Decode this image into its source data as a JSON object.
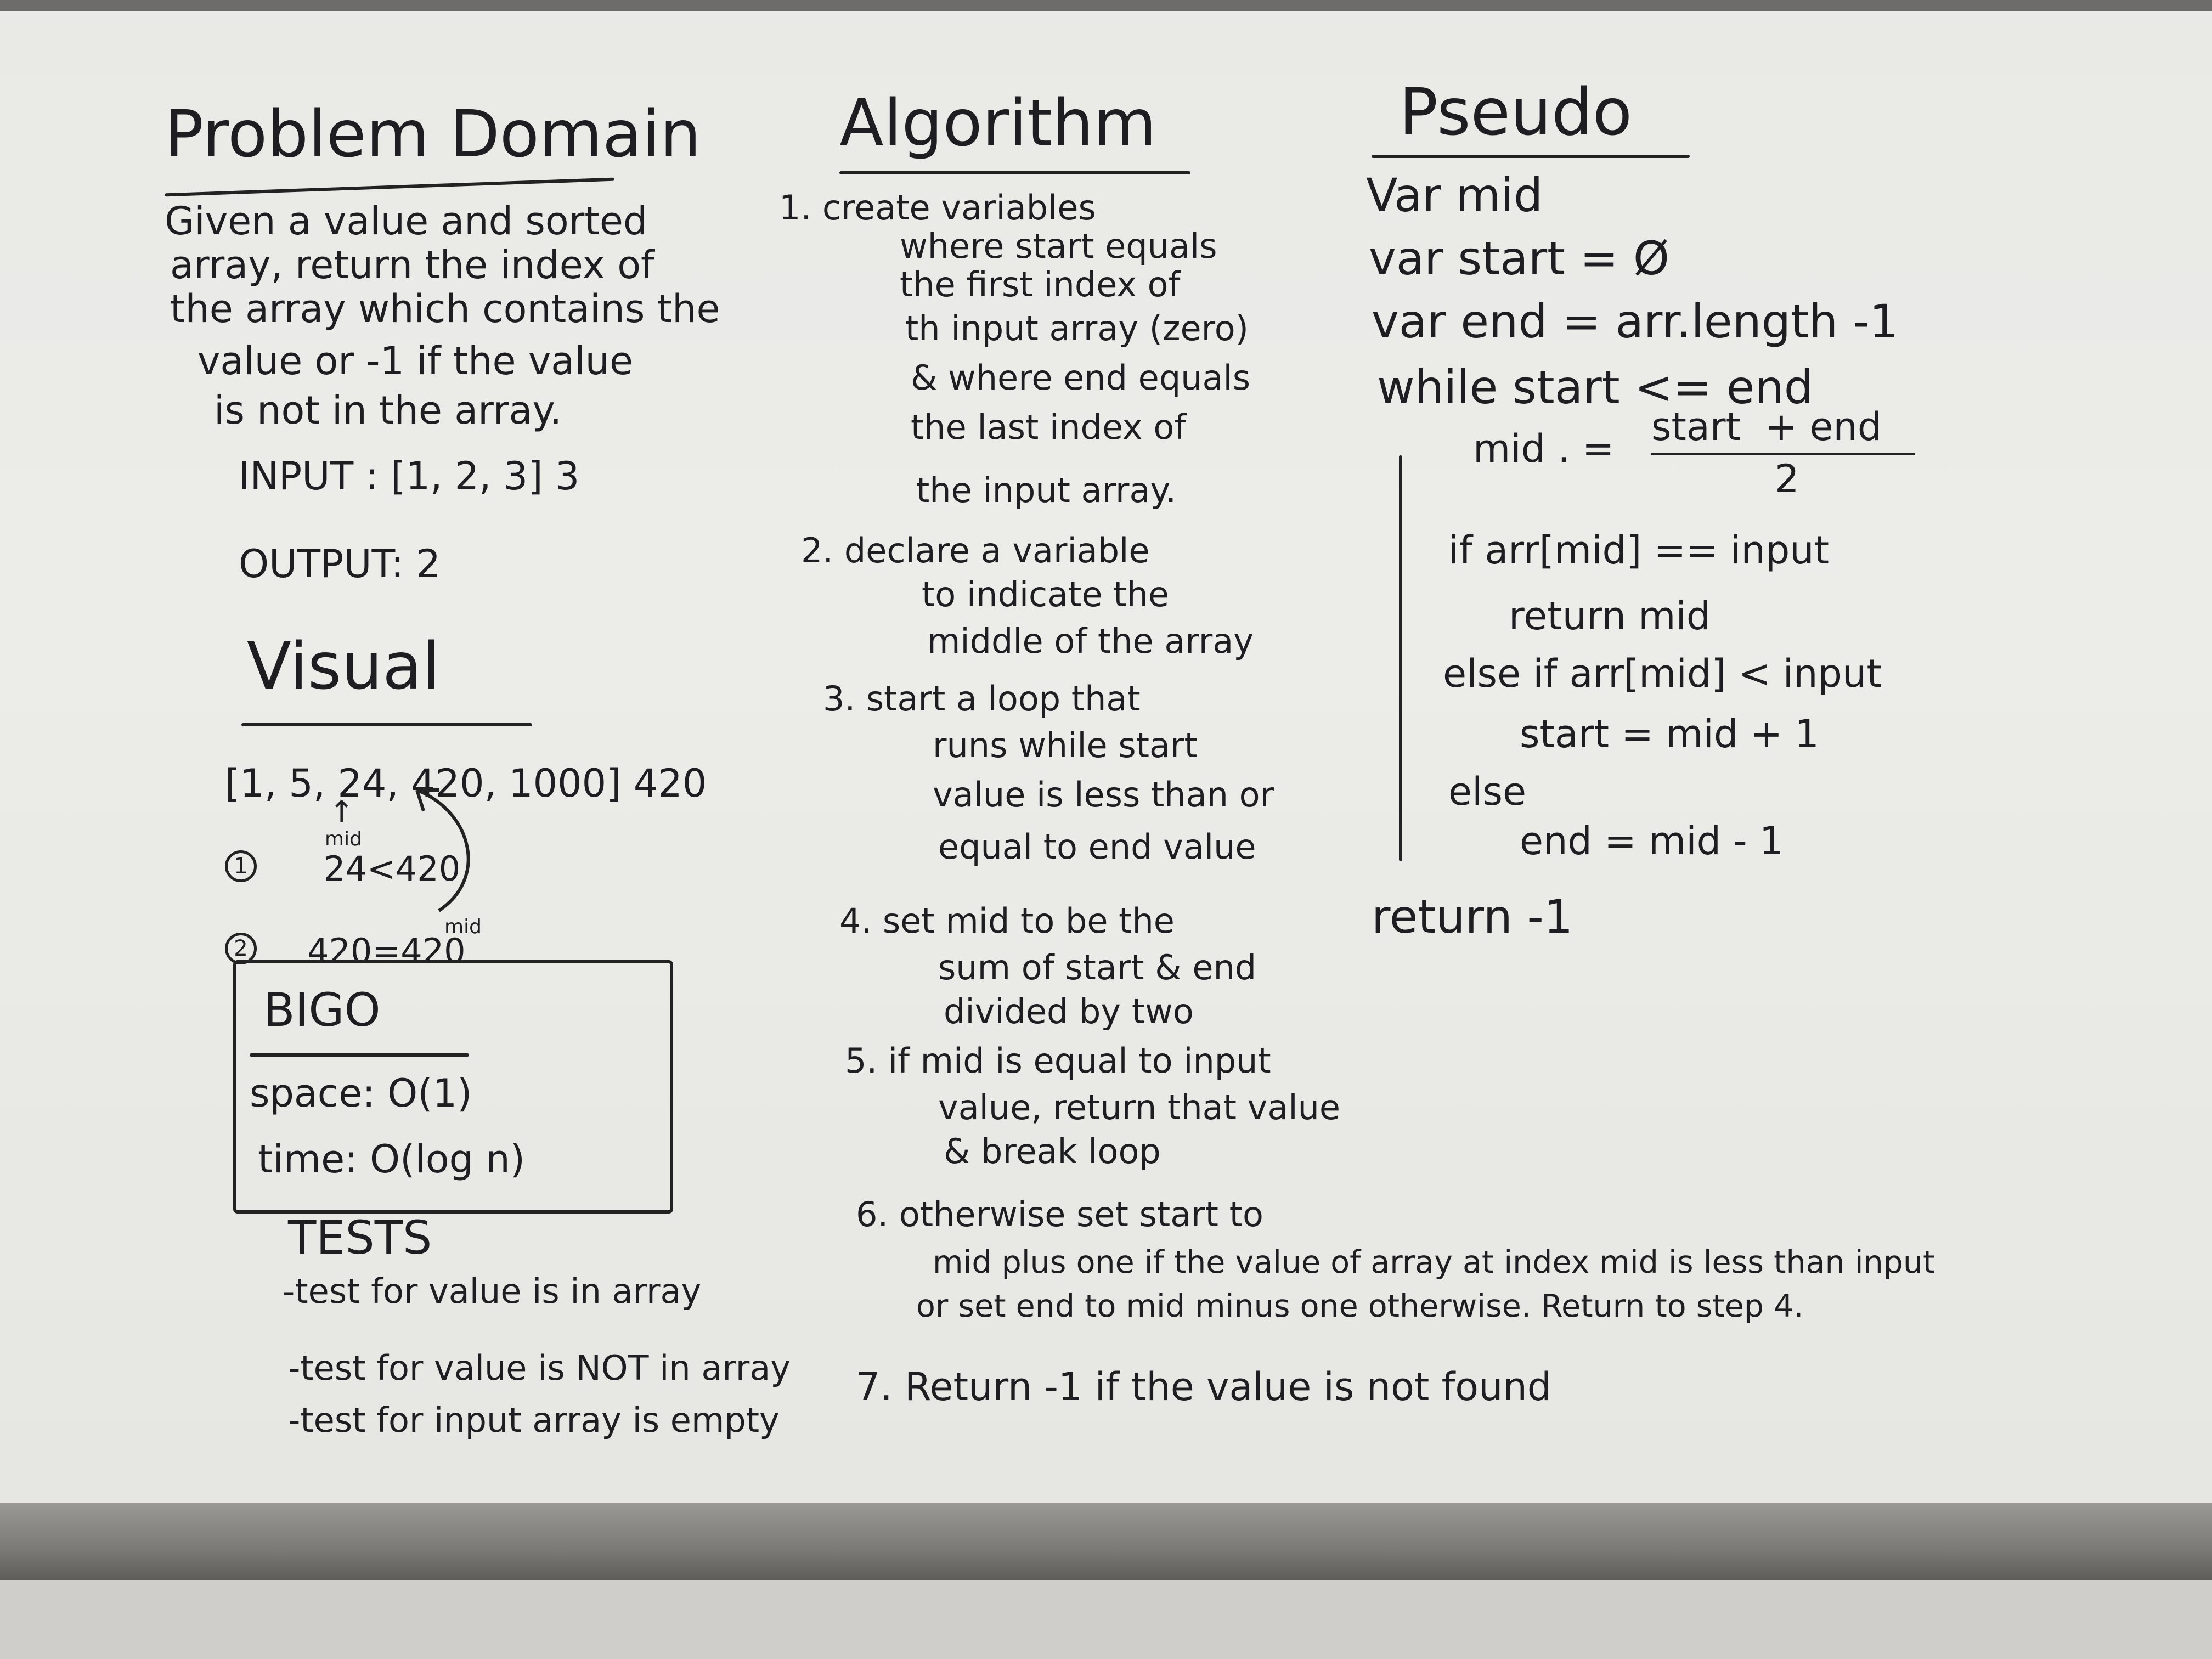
{
  "problem_domain": {
    "heading": "Problem Domain",
    "lines": [
      "Given a value and sorted",
      "array, return the index of",
      "the array which contains the",
      "value or -1 if the value",
      "is not in the array."
    ],
    "input": "INPUT : [1, 2, 3] 3",
    "output": "OUTPUT: 2"
  },
  "visual": {
    "heading": "Visual",
    "array_line": "[1, 5, 24, 420, 1000] 420",
    "mid_label": "mid",
    "step1_num": "1",
    "step1": "24<420",
    "mid_label_2": "mid",
    "step2_num": "2",
    "step2": "420=420"
  },
  "big_o": {
    "heading": "BIGO",
    "space": "space: O(1)",
    "time": "time: O(log n)"
  },
  "tests": {
    "heading": "TESTS",
    "items": [
      "-test for value is in array",
      "-test for value is NOT in array",
      "-test for input array is empty"
    ]
  },
  "algorithm": {
    "heading": "Algorithm",
    "step1": [
      "1. create variables",
      "where start equals",
      "the first index of",
      "th input array (zero)",
      "& where end equals",
      "the last index of",
      "the input array."
    ],
    "step2": [
      "2. declare a variable",
      "to indicate the",
      "middle of the array"
    ],
    "step3": [
      "3. start a loop that",
      "runs while start",
      "value is less than or",
      "equal to end value"
    ],
    "step4": [
      "4. set mid to be the",
      "sum of start & end",
      "divided by two"
    ],
    "step5": [
      "5. if mid is equal to input",
      "value, return that value",
      "& break loop"
    ],
    "step6": [
      "6. otherwise set start to",
      "mid plus one if the value of array at index mid is less than input",
      "or set end to mid minus one otherwise. Return to step 4."
    ],
    "step7": "7. Return -1 if the value is not found"
  },
  "pseudo": {
    "heading": "Pseudo",
    "lines": [
      "Var mid",
      "var start = Ø",
      "var end = arr.length -1",
      "while start <= end"
    ],
    "mid_lhs": "mid . =",
    "mid_num": "start  + end",
    "mid_den": "2",
    "body": [
      "if arr[mid] == input",
      "return mid",
      "else if arr[mid] < input",
      "start = mid + 1",
      "else",
      "end = mid - 1"
    ],
    "ret": "return -1"
  },
  "colors": {
    "board": "#ecece9",
    "ink": "#1e1e22",
    "tray": "#7c7a76"
  }
}
